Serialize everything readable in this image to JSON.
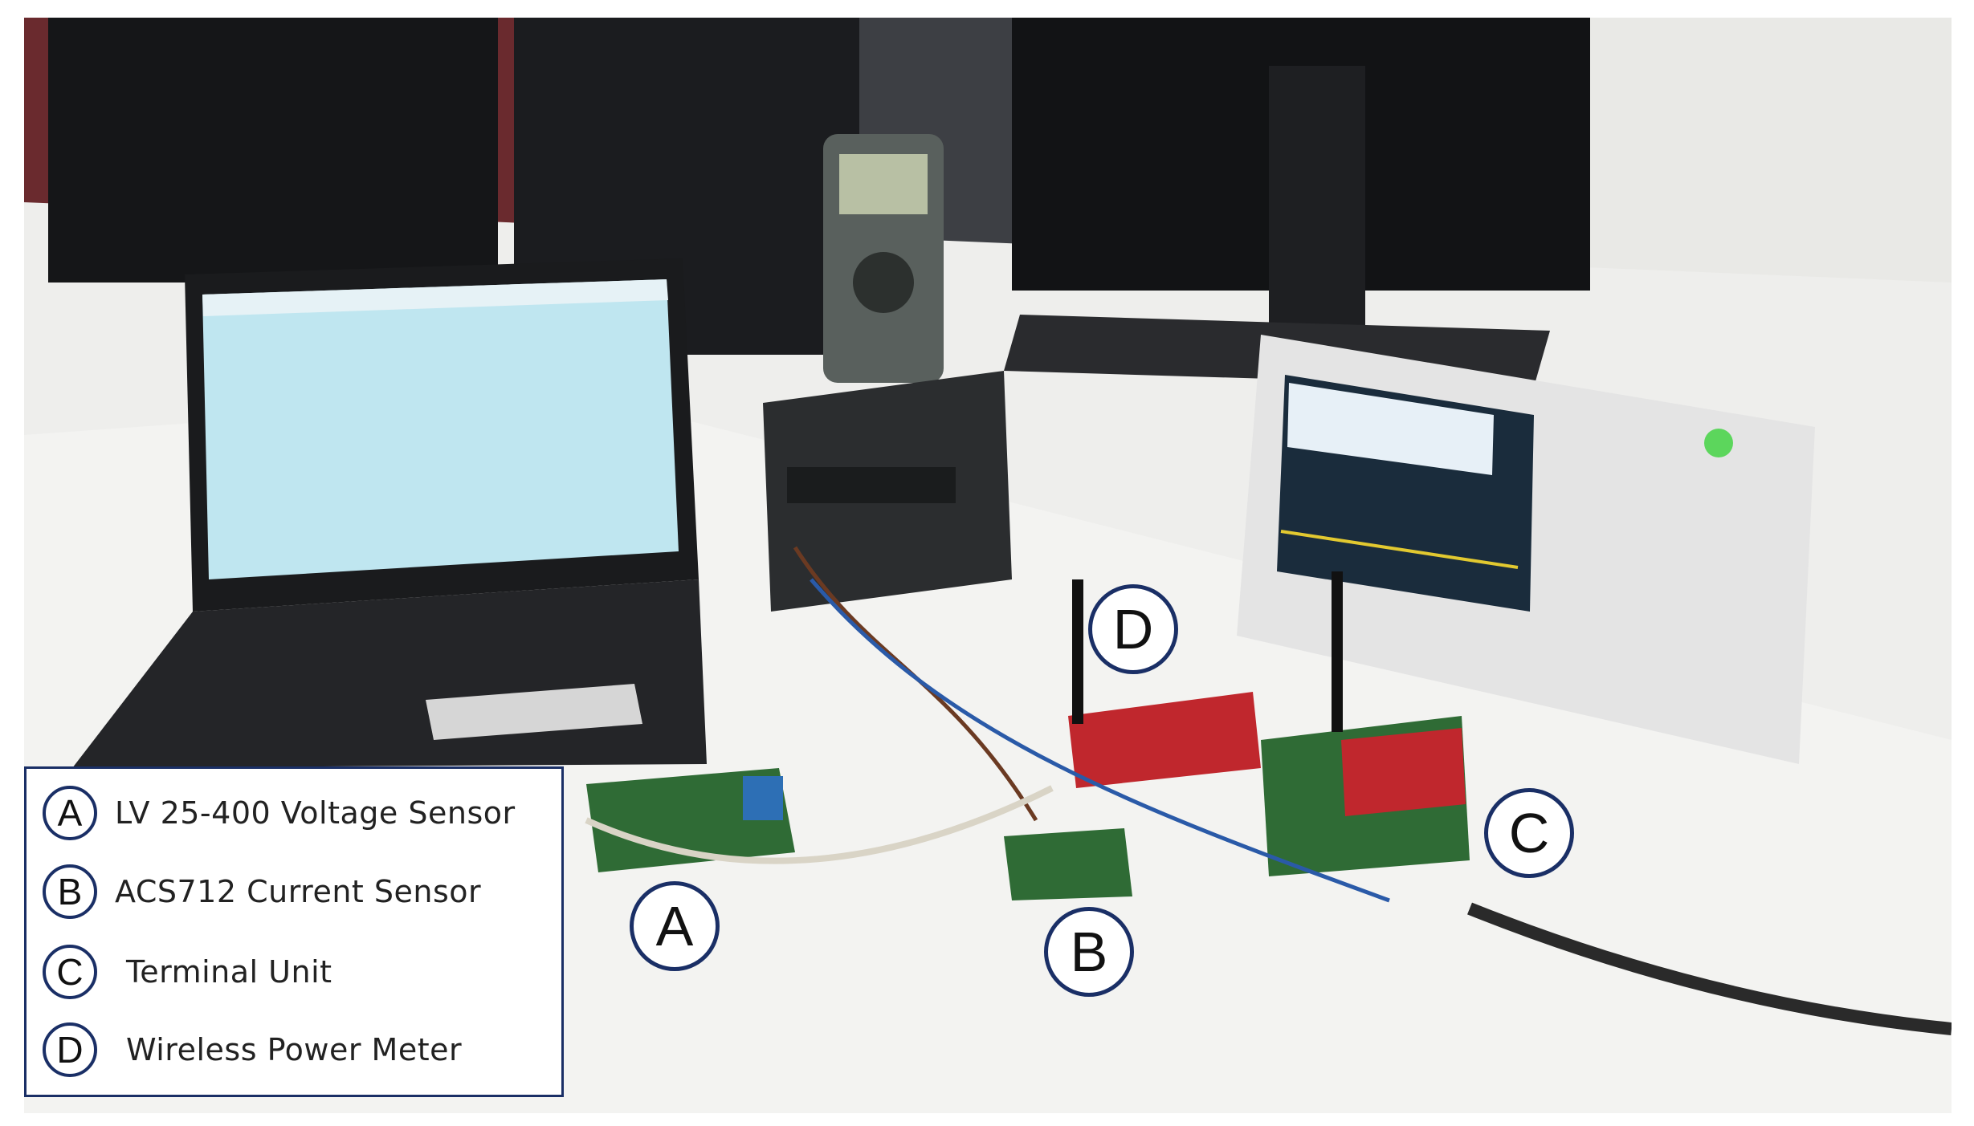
{
  "legend": {
    "items": [
      {
        "letter": "A",
        "label": "LV 25-400 Voltage Sensor"
      },
      {
        "letter": "B",
        "label": "ACS712 Current Sensor"
      },
      {
        "letter": "C",
        "label": "Terminal Unit"
      },
      {
        "letter": "D",
        "label": "Wireless Power Meter"
      }
    ]
  },
  "callouts": {
    "a": "A",
    "b": "B",
    "c": "C",
    "d": "D"
  },
  "colors": {
    "legend_border": "#1a2f66",
    "board_red": "#c0272d",
    "board_green": "#2f6b35",
    "laptop_screen": "#bfe6f0",
    "scope_body": "#e4e4e4"
  }
}
